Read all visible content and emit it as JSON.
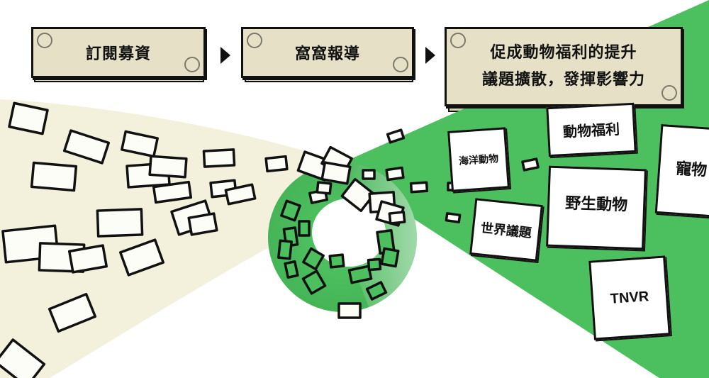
{
  "flow": {
    "step1": "訂閱募資",
    "step2": "窩窩報導",
    "step3_line1": "促成動物福利的提升",
    "step3_line2": "議題擴散，發揮影響力"
  },
  "topics": {
    "marine": "海洋動物",
    "welfare": "動物福利",
    "pets": "寵物",
    "wildlife": "野生動物",
    "world": "世界議題",
    "tnvr": "TNVR"
  },
  "colors": {
    "cream_band": "#f3f0dc",
    "green": "#4cbf5e",
    "banner_fill": "#e6e1c6",
    "ink": "#111111"
  }
}
